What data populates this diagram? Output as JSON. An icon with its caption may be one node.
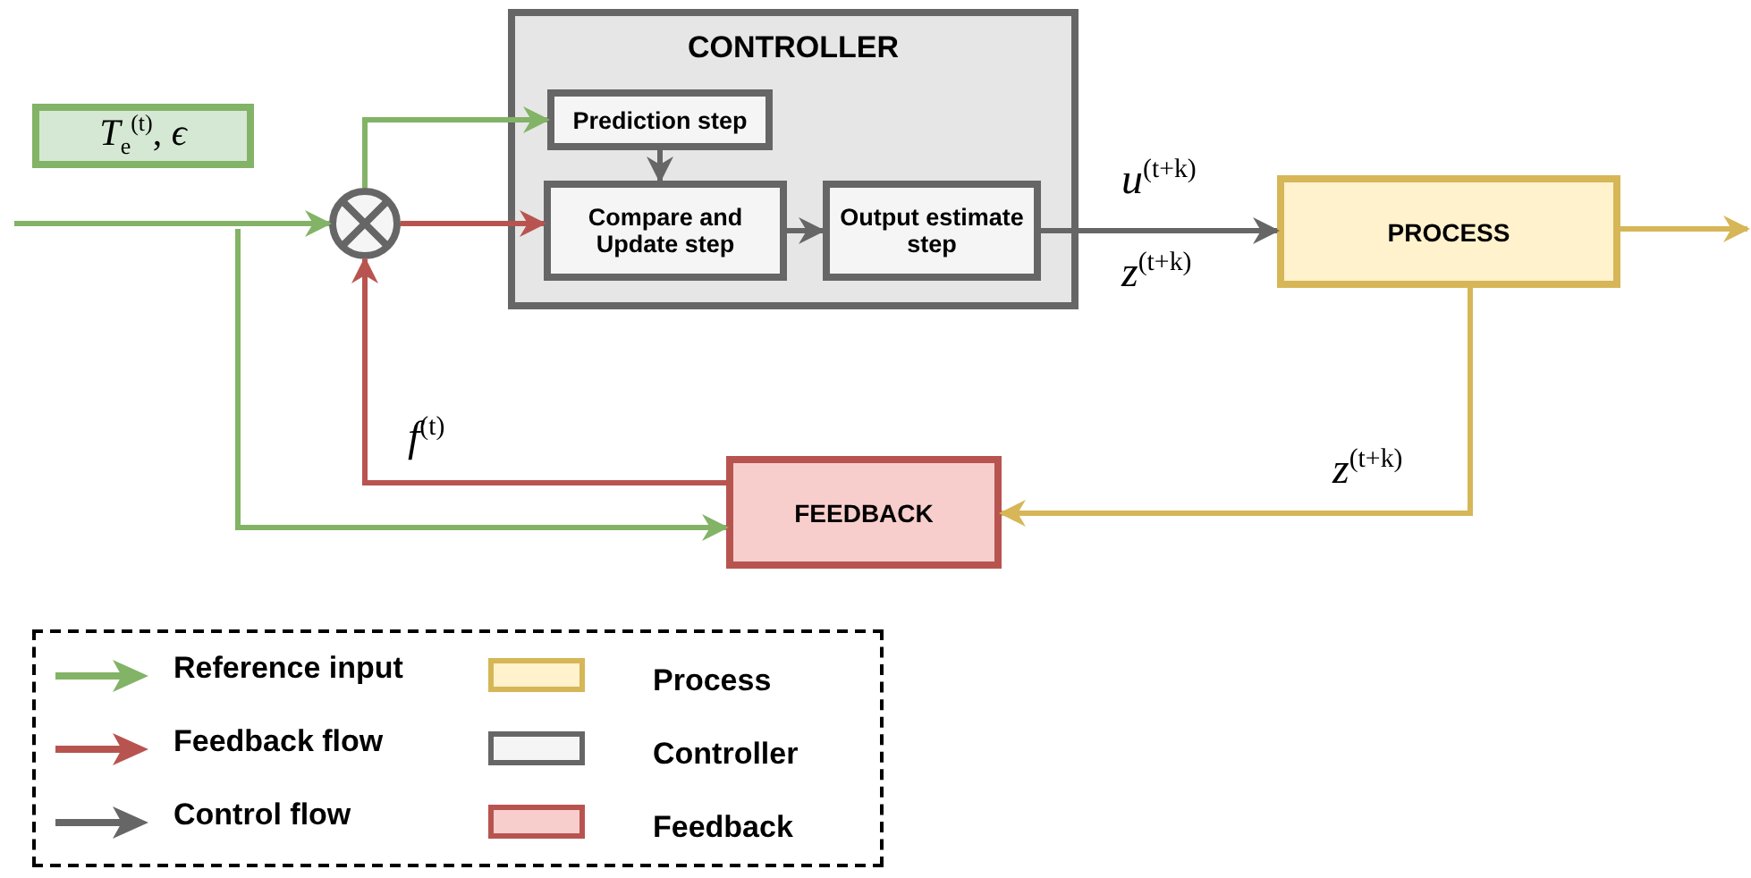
{
  "diagram": {
    "nodes": [
      {
        "text": [
          "*T*$_{e}$$^{(t)}$, *ϵ*"
        ]
      },
      {
        "text": [],
        "shape": "circle"
      },
      {
        "text": [
          "CONTROLLER"
        ]
      },
      {
        "text": [
          "Prediction step"
        ],
        "in": 2
      },
      {
        "text": [
          "Compare and Update step"
        ],
        "in": 2
      },
      {
        "text": [
          "Output estimate step"
        ],
        "in": 2
      },
      {
        "text": [
          "PROCESS"
        ]
      },
      {
        "text": [
          "FEEDBACK"
        ]
      }
    ],
    "edges": [
      {
        "from": null,
        "to": 1,
        "arrow": "to",
        "color": "#82b366"
      },
      {
        "from": 1,
        "to": 3,
        "arrow": "to",
        "color": "#82b366"
      },
      {
        "from": 1,
        "to": 4,
        "arrow": "to",
        "color": "#b85450"
      },
      {
        "from": 3,
        "to": 4,
        "arrow": "to",
        "color": "#666666"
      },
      {
        "from": 4,
        "to": 5,
        "arrow": "to",
        "color": "#666666"
      },
      {
        "from": 5,
        "to": 6,
        "arrow": "to",
        "label": "*u*$^{(t+k)}$",
        "color": "#666666"
      },
      {
        "from": 6,
        "to": null,
        "arrow": "to",
        "color": "#d6b656"
      },
      {
        "from": 6,
        "to": 7,
        "arrow": "to",
        "label": "*z*$^{(t+k)}$",
        "color": "#d6b656"
      },
      {
        "from": 7,
        "to": 1,
        "arrow": "to",
        "label": "*f*$^{(t)}$",
        "color": "#b85450"
      },
      {
        "from": null,
        "to": 7,
        "arrow": "to",
        "color": "#82b366"
      }
    ],
    "labels": [
      "*z*$^{(t+k)}$"
    ],
    "legend": [
      {
        "text": "Reference input"
      },
      {
        "text": "Process",
        "color": "#fff2cc"
      },
      {
        "text": "Feedback flow"
      },
      {
        "text": "Controller",
        "color": "#f5f5f5"
      },
      {
        "text": "Control flow"
      },
      {
        "text": "Feedback",
        "color": "#f8cecc"
      }
    ]
  }
}
